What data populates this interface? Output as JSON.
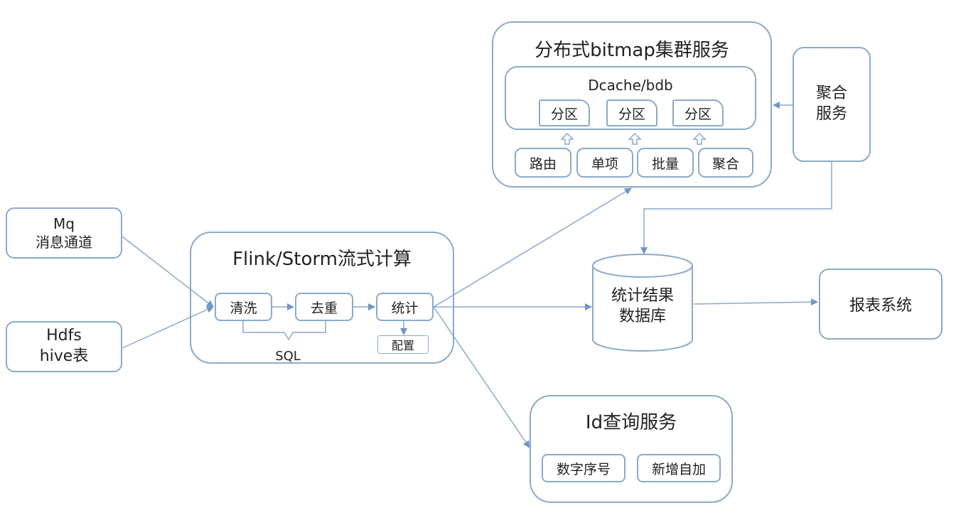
{
  "sources": {
    "mq": {
      "line1": "Mq",
      "line2": "消息通道"
    },
    "hdfs": {
      "line1": "Hdfs",
      "line2": "hive表"
    }
  },
  "flink": {
    "title": "Flink/Storm流式计算",
    "clean": "清洗",
    "dedup": "去重",
    "stats": "统计",
    "config": "配置",
    "sql": "SQL"
  },
  "bitmap": {
    "title": "分布式bitmap集群服务",
    "storage": "Dcache/bdb",
    "partitions": [
      "分区",
      "分区",
      "分区"
    ],
    "ops": [
      "路由",
      "单项",
      "批量",
      "聚合"
    ]
  },
  "aggregate": {
    "line1": "聚合",
    "line2": "服务"
  },
  "result_db": {
    "line1": "统计结果",
    "line2": "数据库"
  },
  "report": {
    "label": "报表系统"
  },
  "id_service": {
    "title": "Id查询服务",
    "items": [
      "数字序号",
      "新增自加"
    ]
  },
  "colors": {
    "border": "#8aaacb",
    "arrow": "#6f96c3",
    "text": "#222222"
  }
}
